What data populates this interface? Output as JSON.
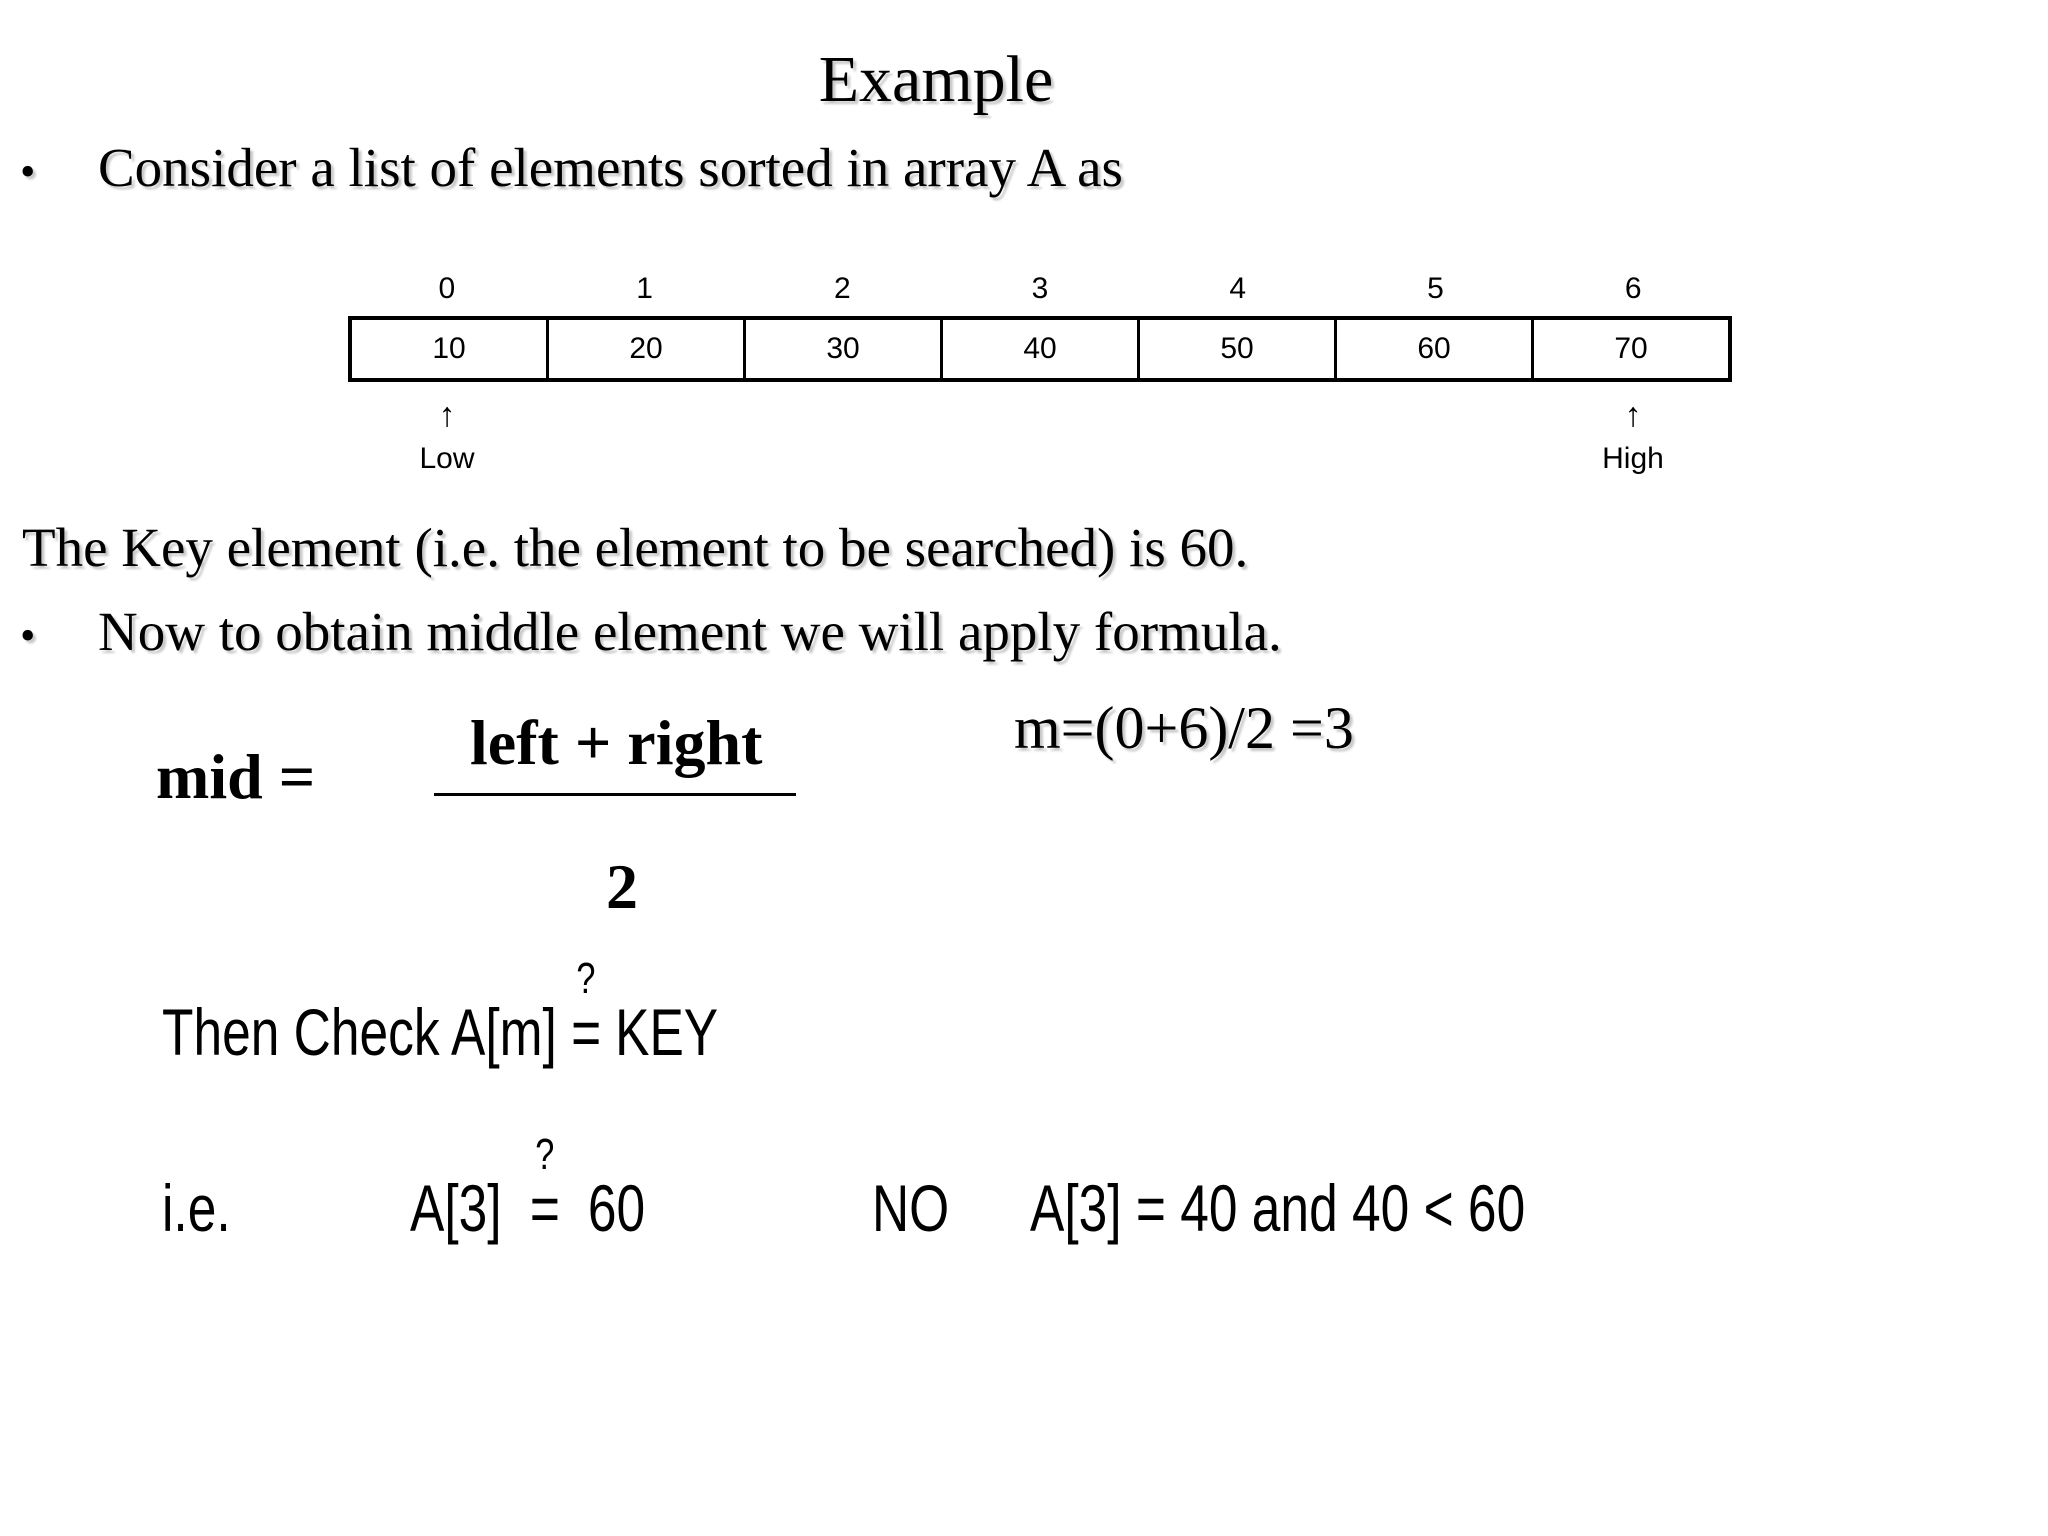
{
  "slide": {
    "title": "Example",
    "bullet1": {
      "symbol": "•",
      "text": "Consider a list of elements sorted in array A as"
    },
    "array": {
      "indices": [
        "0",
        "1",
        "2",
        "3",
        "4",
        "5",
        "6"
      ],
      "values": [
        "10",
        "20",
        "30",
        "40",
        "50",
        "60",
        "70"
      ],
      "low": {
        "arrow": "↑",
        "label": "Low"
      },
      "high": {
        "arrow": "↑",
        "label": "High"
      }
    },
    "key_line": "The Key element (i.e. the element to be searched) is 60.",
    "bullet2": {
      "symbol": "•",
      "text": "Now to obtain middle element we will apply formula."
    },
    "formula": {
      "lhs": "mid =",
      "numerator": "left + right",
      "denominator": "2",
      "calculation": "m=(0+6)/2 =3"
    },
    "check": {
      "prefix": "Then Check A[m]",
      "question": "?",
      "equals": "=",
      "suffix": "KEY"
    },
    "ie_line": {
      "ie": "i.e.",
      "lhs": "A[3]",
      "question": "?",
      "equals": "=",
      "rhs": "60",
      "answer": "NO",
      "reason": "A[3] = 40 and 40 < 60"
    }
  }
}
